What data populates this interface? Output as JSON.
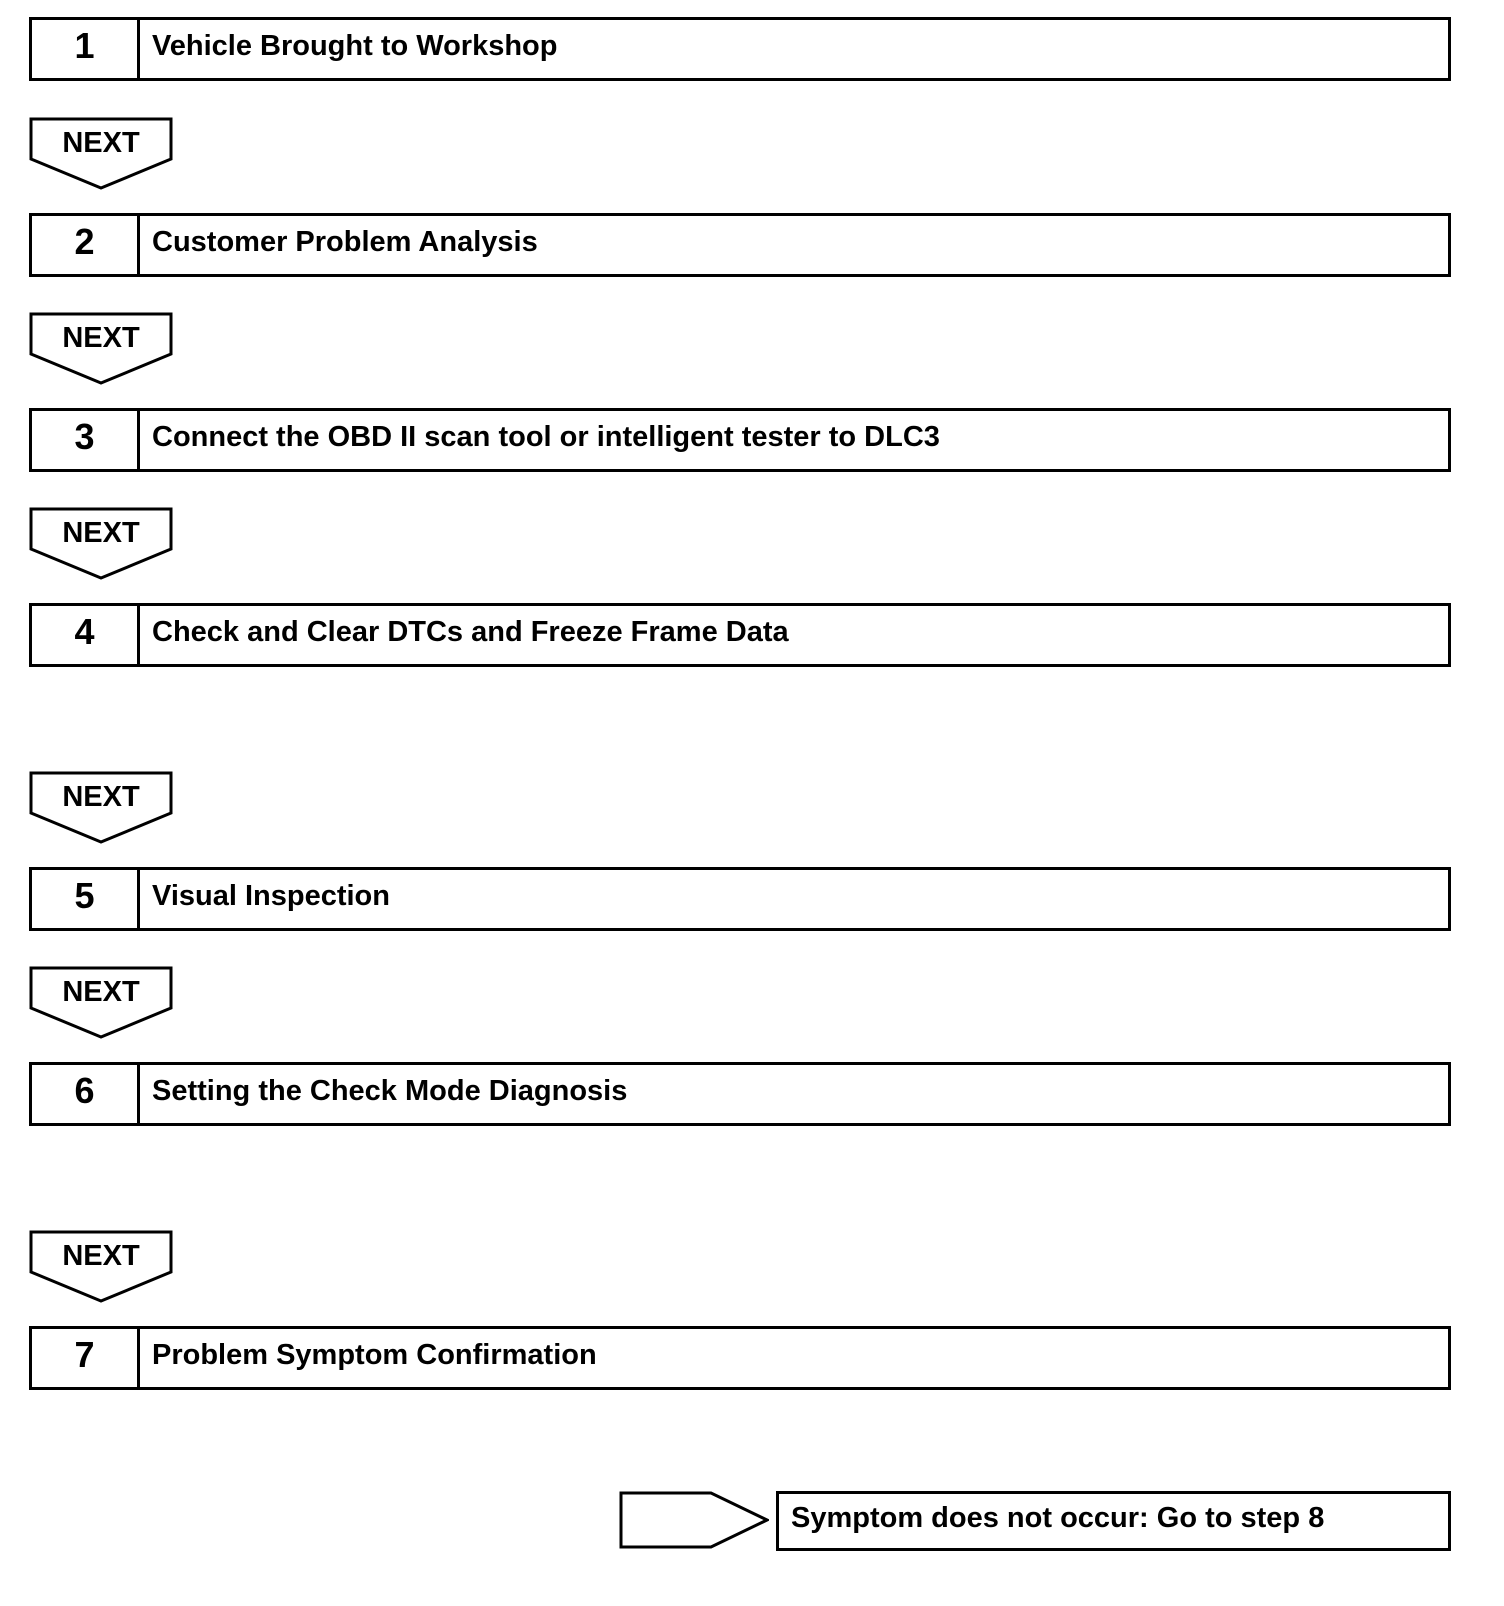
{
  "steps": [
    {
      "number": "1",
      "label": "Vehicle Brought to Workshop"
    },
    {
      "number": "2",
      "label": "Customer Problem Analysis"
    },
    {
      "number": "3",
      "label": "Connect the OBD II scan tool or intelligent tester to DLC3"
    },
    {
      "number": "4",
      "label": "Check and Clear DTCs and Freeze Frame Data"
    },
    {
      "number": "5",
      "label": "Visual Inspection"
    },
    {
      "number": "6",
      "label": "Setting the Check Mode Diagnosis"
    },
    {
      "number": "7",
      "label": "Problem Symptom Confirmation"
    }
  ],
  "next_label": "NEXT",
  "branch": {
    "label": "Symptom does not occur: Go to step 8"
  }
}
